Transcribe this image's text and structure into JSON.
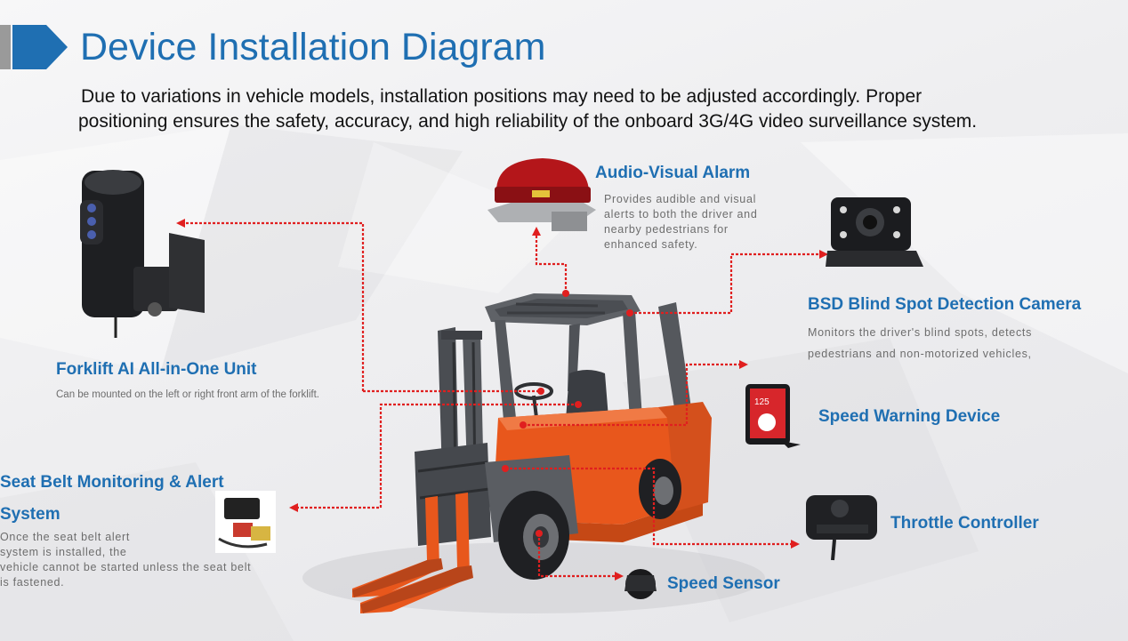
{
  "header": {
    "title": "Device Installation Diagram",
    "subtitle_line1": "Due to variations in vehicle models, installation positions may need to be adjusted accordingly. Proper",
    "subtitle_line2": "positioning ensures the safety, accuracy, and high reliability of the onboard 3G/4G video surveillance system."
  },
  "devices": {
    "ai_unit": {
      "label": "Forklift AI All-in-One Unit",
      "desc": "Can be mounted on the left or right front arm of the forklift."
    },
    "seat_belt": {
      "label_line1": "Seat Belt Monitoring & Alert",
      "label_line2": "System",
      "desc_line1": "Once the seat belt alert",
      "desc_line2": "system is installed, the",
      "desc_line3": "vehicle cannot be started unless the seat belt",
      "desc_line4": "is fastened."
    },
    "alarm": {
      "label": "Audio-Visual Alarm",
      "desc_line1": "Provides audible and visual",
      "desc_line2": "alerts to both the driver and",
      "desc_line3": "nearby pedestrians for",
      "desc_line4": "enhanced safety."
    },
    "bsd_camera": {
      "label": "BSD Blind Spot Detection Camera",
      "desc_line1": "Monitors the driver's blind spots, detects",
      "desc_line2": "pedestrians and non-motorized vehicles,"
    },
    "speed_warning": {
      "label": "Speed Warning Device",
      "screen_value": "125"
    },
    "throttle": {
      "label": "Throttle Controller"
    },
    "speed_sensor": {
      "label": "Speed Sensor"
    }
  },
  "colors": {
    "accent_blue": "#1f6fb2",
    "connector_red": "#e01f1f",
    "forklift_orange": "#e8571c",
    "body_gray": "#5a5d62"
  }
}
